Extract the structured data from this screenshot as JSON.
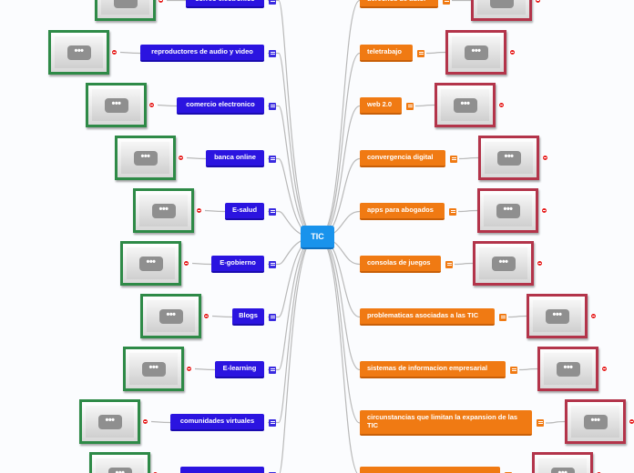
{
  "central": {
    "label": "TIC"
  },
  "colors": {
    "central": "#1993ec",
    "left_topic": "#2b14e0",
    "right_topic": "#f07a13",
    "left_thumb_border": "#2e8a47",
    "right_thumb_border": "#b3344a",
    "badge": "#e51b1b",
    "connector": "#b9b9b9"
  },
  "icons": {
    "note": "notes-icon",
    "thumbnail": "image-thumbnail-icon",
    "more": "more-ellipsis-icon",
    "badge": "collapse-badge-icon"
  },
  "thumbnail_label": "•••",
  "left_topics": [
    {
      "label": "correo electronico"
    },
    {
      "label": "reproductores de audio y video"
    },
    {
      "label": "comercio electronico"
    },
    {
      "label": "banca online"
    },
    {
      "label": "E-salud"
    },
    {
      "label": "E-gobierno"
    },
    {
      "label": "Blogs"
    },
    {
      "label": "E-learning"
    },
    {
      "label": "comunidades virtuales"
    },
    {
      "label": ""
    }
  ],
  "right_topics": [
    {
      "label": "derechos de autor"
    },
    {
      "label": "teletrabajo"
    },
    {
      "label": "web 2.0"
    },
    {
      "label": "convergencia digital"
    },
    {
      "label": "apps para abogados"
    },
    {
      "label": "consolas de juegos"
    },
    {
      "label": "problematicas asociadas a las TIC"
    },
    {
      "label": "sistemas de informacion empresarial"
    },
    {
      "label": "circunstancias que limitan la expansion de las TIC"
    },
    {
      "label": ""
    }
  ]
}
